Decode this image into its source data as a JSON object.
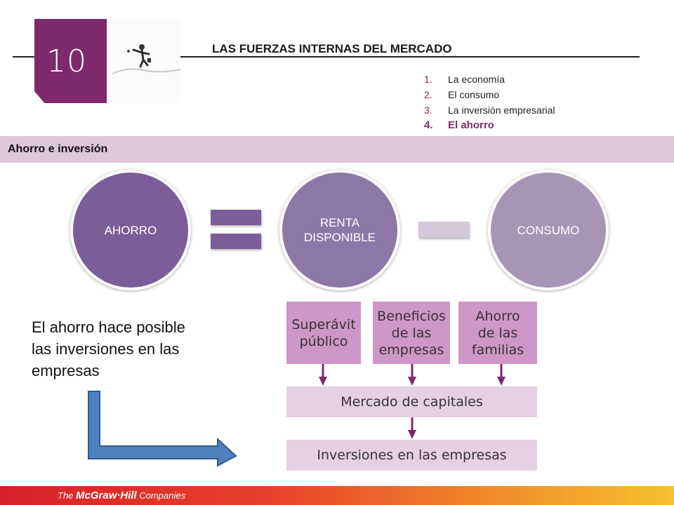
{
  "header": {
    "chapter_number": "10",
    "title": "LAS FUERZAS INTERNAS DEL MERCADO"
  },
  "toc": [
    {
      "num": "1.",
      "label": "La economía"
    },
    {
      "num": "2.",
      "label": "El consumo"
    },
    {
      "num": "3.",
      "label": "La inversión empresarial"
    },
    {
      "num": "4.",
      "label": "El ahorro"
    }
  ],
  "section": {
    "title": "Ahorro e inversión"
  },
  "equation": {
    "ahorro": "AHORRO",
    "renta_line1": "RENTA",
    "renta_line2": "DISPONIBLE",
    "consumo": "CONSUMO"
  },
  "body": {
    "line1": "El ahorro hace posible",
    "line2": "las inversiones en las",
    "line3": "empresas"
  },
  "flow": {
    "sources": [
      {
        "line1": "Superávit",
        "line2": "público",
        "line3": ""
      },
      {
        "line1": "Beneficios",
        "line2": "de las",
        "line3": "empresas"
      },
      {
        "line1": "Ahorro",
        "line2": "de las",
        "line3": "familias"
      }
    ],
    "market": "Mercado de capitales",
    "investments": "Inversiones en las empresas"
  },
  "footer": {
    "brand_prefix": "The ",
    "brand_name": "McGraw·Hill",
    "brand_suffix": " Companies"
  },
  "colors": {
    "accent": "#7f2a6c",
    "section_bar": "#dcc7dd",
    "circle_ahorro": "#7b5d99",
    "circle_renta": "#8d77a6",
    "circle_consumo": "#a895b6",
    "source_box": "#cf97c8",
    "market_box": "#e6d0e3",
    "arrow_blue": "#4f81bd"
  },
  "icons": {
    "chapter_photo": "tightrope-walker-icon"
  }
}
